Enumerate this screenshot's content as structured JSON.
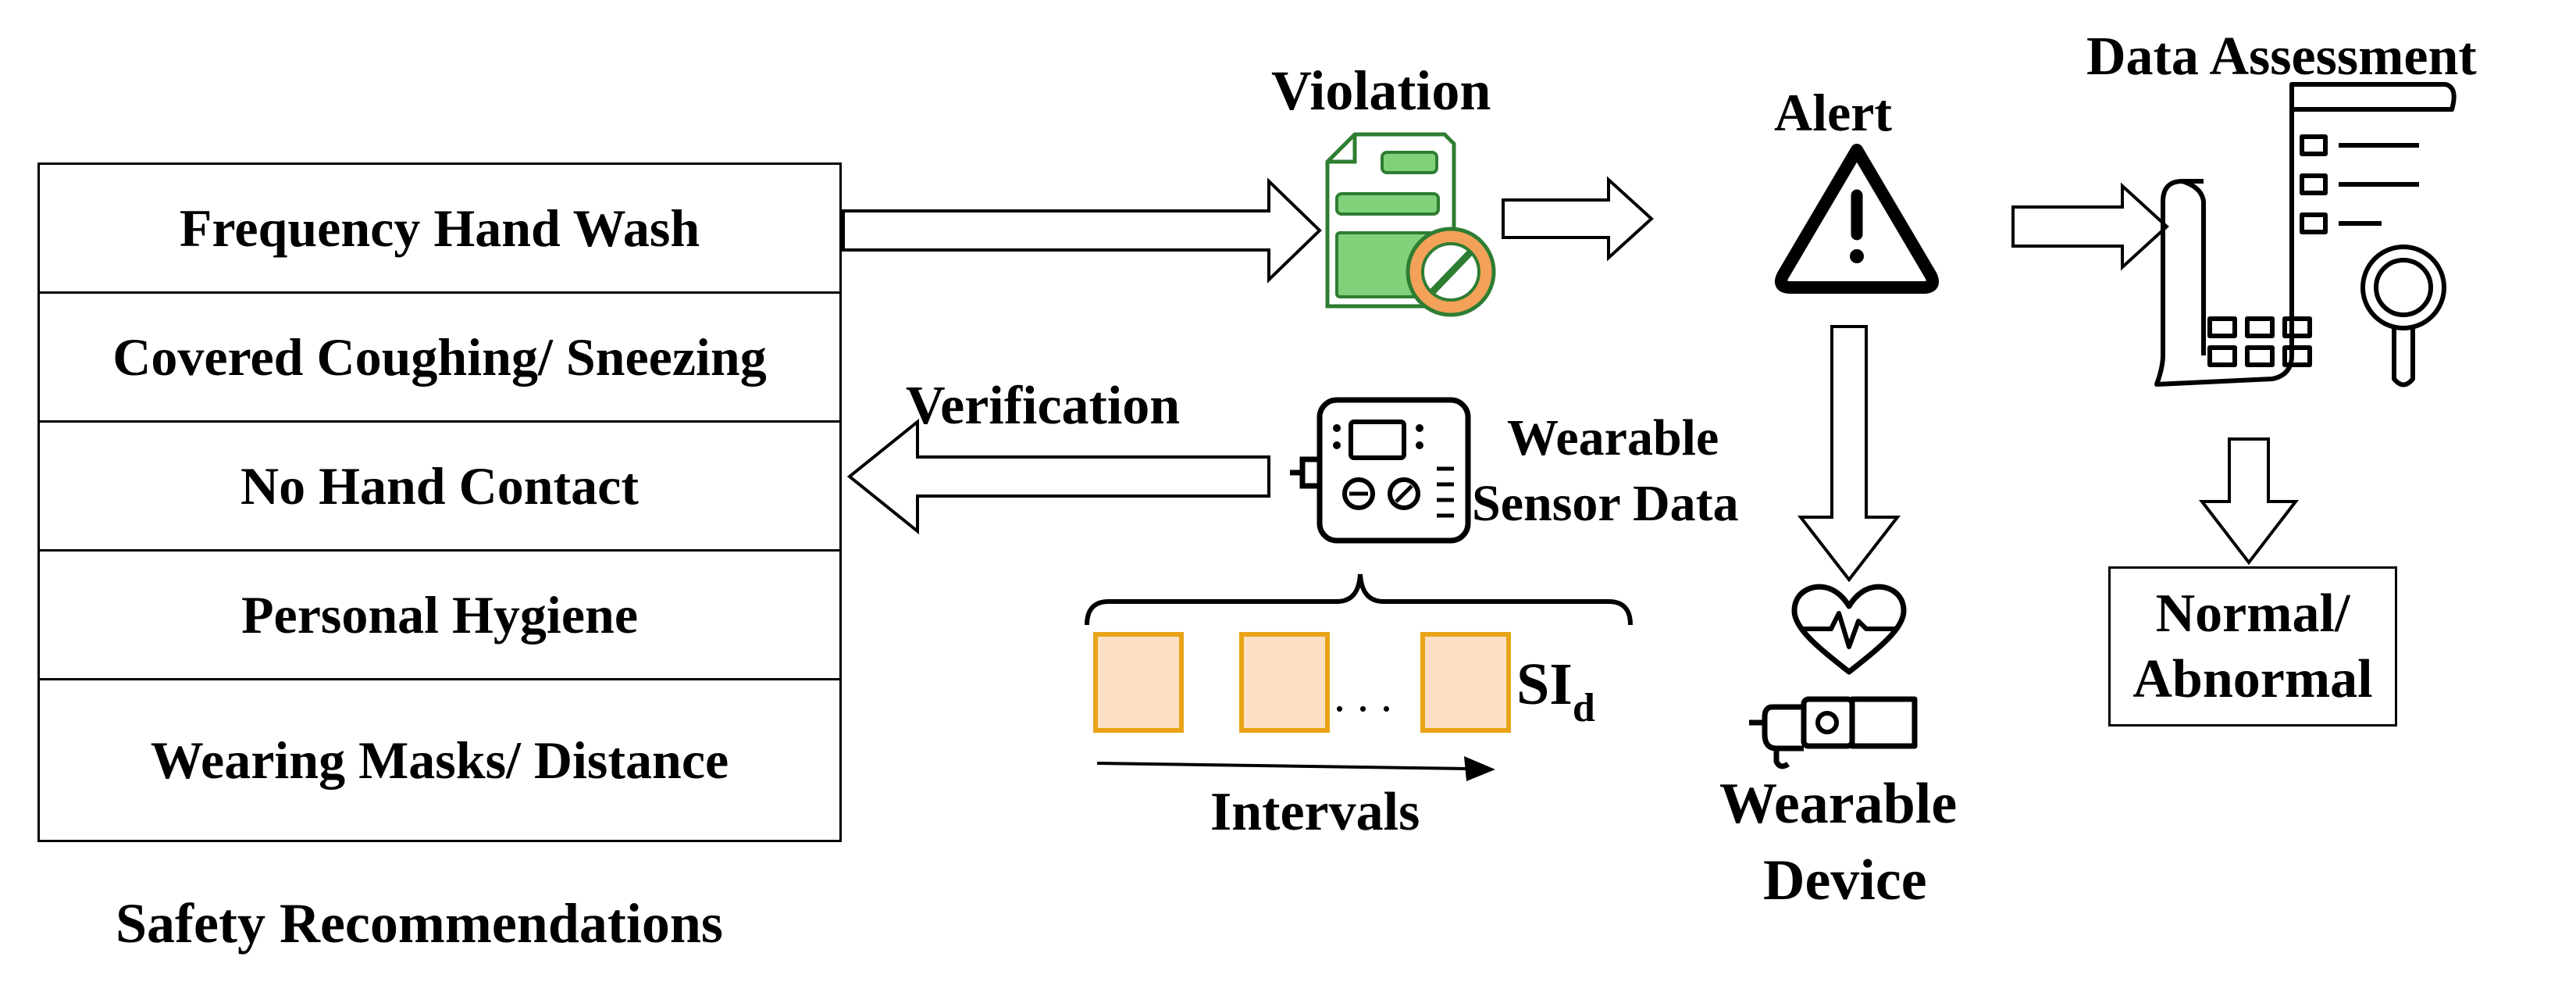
{
  "recommendations": {
    "caption": "Safety Recommendations",
    "items": [
      "Frequency Hand Wash",
      "Covered Coughing/ Sneezing",
      "No Hand Contact",
      "Personal Hygiene",
      "Wearing Masks/ Distance"
    ]
  },
  "labels": {
    "violation": "Violation",
    "alert": "Alert",
    "data_assessment": "Data Assessment",
    "verification": "Verification",
    "sensor_line1": "Wearable",
    "sensor_line2": "Sensor Data",
    "intervals": "Intervals",
    "ellipsis": ". . .",
    "si_main": "SI",
    "si_sub": "d",
    "device_line1": "Wearable",
    "device_line2": "Device",
    "status_line1": "Normal/",
    "status_line2": "Abnormal"
  },
  "icons": {
    "violation": "document-prohibited-icon",
    "alert": "warning-triangle-icon",
    "data_assessment": "report-magnifier-icon",
    "sensor": "wearable-sensor-icon",
    "device": "wrist-heart-monitor-icon"
  },
  "colors": {
    "doc_green": "#7fd27a",
    "doc_outline": "#2e7d32",
    "prohibit_orange": "#f4a259",
    "interval_fill": "#fde0c3",
    "interval_stroke": "#e8a317"
  }
}
